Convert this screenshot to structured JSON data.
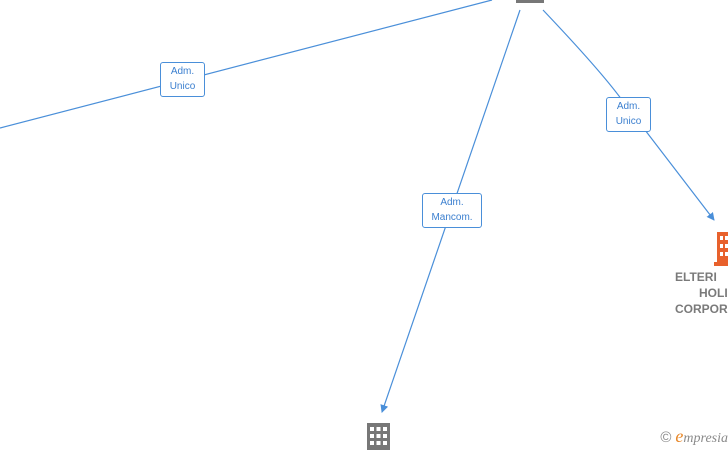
{
  "edges": [
    {
      "id": "e1",
      "label": [
        "Adm.",
        "Unico"
      ]
    },
    {
      "id": "e2",
      "label": [
        "Adm.",
        "Mancom."
      ]
    },
    {
      "id": "e3",
      "label": [
        "Adm.",
        "Unico"
      ]
    }
  ],
  "nodes": {
    "right_company": {
      "name_lines": [
        "ELTERI",
        "HOLI",
        "CORPOR"
      ],
      "color": "#e8612c"
    },
    "bottom_company": {
      "color": "#777777"
    },
    "top_node": {
      "color": "#777777"
    }
  },
  "colors": {
    "edge": "#4a8fd9",
    "label_text": "#3b7fcf"
  },
  "brand": {
    "symbol": "©",
    "initial": "e",
    "rest": "mpresia"
  }
}
